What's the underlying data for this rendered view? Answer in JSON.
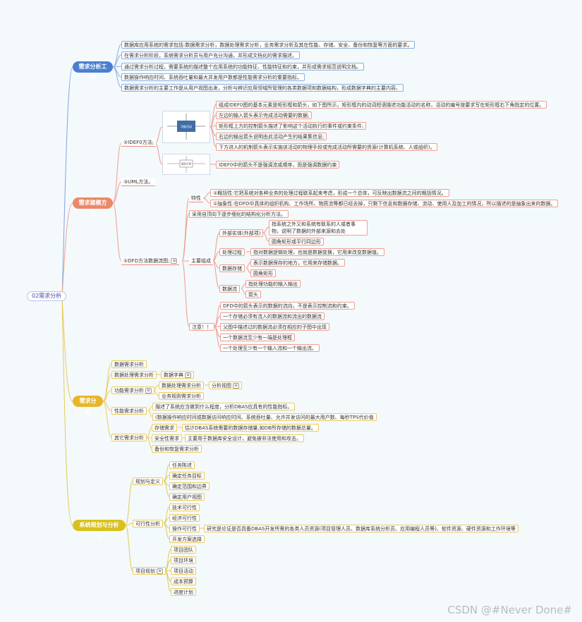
{
  "root": "02需求分析",
  "branches": {
    "b1": {
      "title": "需求分析工作",
      "items": [
        "数据库应用系统的需求包括:数据需求分析，数据处理需求分析，业务需求分析及其在性能、存储、安全、备份和恢复等方面的要求。",
        "在需求分析阶段，系统需求分析员与用户充分沟通，并形成文档化的需求描述。",
        "通过需求分析过程，需要系统的描述整个应用系统的功能特征、性能特征和约束，并形成需求规范说明文档。",
        "数据操作响应时间、系统吞吐量和最大并发用户数都是性能需求分析的重要指标。",
        "数据需求分析的主要工作是从用户视图出发，分析与辨识应用领域所管理的各类数据项和数据结构，形成数据字典的主要内容。"
      ]
    },
    "b2": {
      "title": "需求建模方法",
      "idef0": {
        "label": "②IDEF0方法;",
        "g1": [
          "组成IDEF0图的基本元素是矩形框和箭头，如下图所示，矩形框内的动词短语描述功能活动的名称，活动的编号按要求写在矩形框右下角指定的位置。",
          "左边的输入箭头表示完成活动需要的数据;",
          "矩形框上方的控制箭头描述了影响这个活动执行的事件或约束条件;",
          "右边的输出箭头说明由此活动产生的结果集信息;",
          "下方进入的机制箭头表示实施该活动的物理手段或完成活动所需要的资源(计算机系统、人或组织)。"
        ],
        "g2": "IDEF0中的箭头不是强调流或顺序，而是强调数据约束",
        "thumb1_label": "功能活动",
        "thumb2_label": "图形示例"
      },
      "uml": "③UML方法。",
      "dfd": {
        "label": "①DFD方法数据流图;",
        "features_label": "特性",
        "features": [
          "②概括性:它把系统对各种业务的处理过程联系起来考虑，形成一个总体，可反映出数据流之间的概括情况。",
          "①抽象性:在DFD中具体的组织机构、工作场所、物质流等都已经去掉，只剩下信息和数据存储、流动、使用人及加工的情况，所以描述的是抽象出来的数据。"
        ],
        "topdown": "采用自顶向下逐步细化的结构化分析方法。",
        "components_label": "主要组成",
        "ext_label": "外部实体(外部项)",
        "ext_items": [
          "指系统之外又和系统有联系的人或者事物，说明了数据的外部来源和去处",
          "圆角矩形或平行四边形"
        ],
        "proc_label": "处理过程",
        "proc_item": "指对数据逻辑处理，也就是数据变换，它用来改变数据值。",
        "store_label": "数据存储",
        "store_items": [
          "表示数据保存的地方，它用来存储数据。",
          "圆角矩形"
        ],
        "flow_label": "数据流",
        "flow_items": [
          "指处理功能的输入输出",
          "箭头"
        ],
        "notes_label": "注意！！",
        "notes": [
          "DFD中的箭头表示的数据的流向，不是表示控制流和约束。",
          "一个存储必须有流入的数据流和流出的数据流",
          "父图中描述过的数据流必须在相应的子图中出现",
          "一个数据流至少有一端是处理框",
          "一个处理至少有一个输入流和一个输出流。"
        ]
      }
    },
    "b3": {
      "title": "需求分析",
      "data_req": "数据需求分析",
      "proc_req": "数据处理需求分析",
      "dict": "数据字典",
      "func_req": "功能需求分析",
      "func_a": "数据处理需求分析",
      "func_a_child": "分析视图",
      "func_b": "业务规则需求分析",
      "perf_req": "性能需求分析",
      "perf_items": [
        "描述了系统应当做到什么程度，分析DBAS应具有的性能指标。",
        "(数据操作响应时间或数据访问响应时间、系统吞吐量、允许并发访问的最大用户数、每秒TPS代价值"
      ],
      "other_req": "其它需求分析",
      "storage": "存储需求",
      "storage_item": "估计DBAS系统需要的数据存储量,如DB所存储的数据总量。",
      "security": "安全性需求",
      "security_item": "主要用于数据库安全设计，避免被非法使用和攻击。",
      "backup": "备份和恢复需求分析"
    },
    "b4": {
      "title": "系统规划与分析",
      "plan_def": "规划与定义",
      "plan_items": [
        "任务陈述",
        "确定任务目标",
        "确定范围和边界",
        "确定用户视图"
      ],
      "feasibility": "可行性分析",
      "feas_items": [
        "技术可行性",
        "经济可行性",
        "操作可行性",
        "开发方案选择"
      ],
      "op_detail": "研究是论证是否具备DBAS开发所需的各类人员资源(项目管理人员、数据库系统分析员、应用编程人员等)、软件资源、硬件资源和工作环境等",
      "project": "项目规划",
      "project_items": [
        "项目团队",
        "项目环境",
        "项目活动",
        "成本预算",
        "进度计划"
      ]
    }
  },
  "colors": {
    "b1": "#4a7fd0",
    "b2": "#ec8868",
    "b3": "#e8b62a",
    "b4": "#d8c11e"
  },
  "watermark": "CSDN @#Never Done#"
}
